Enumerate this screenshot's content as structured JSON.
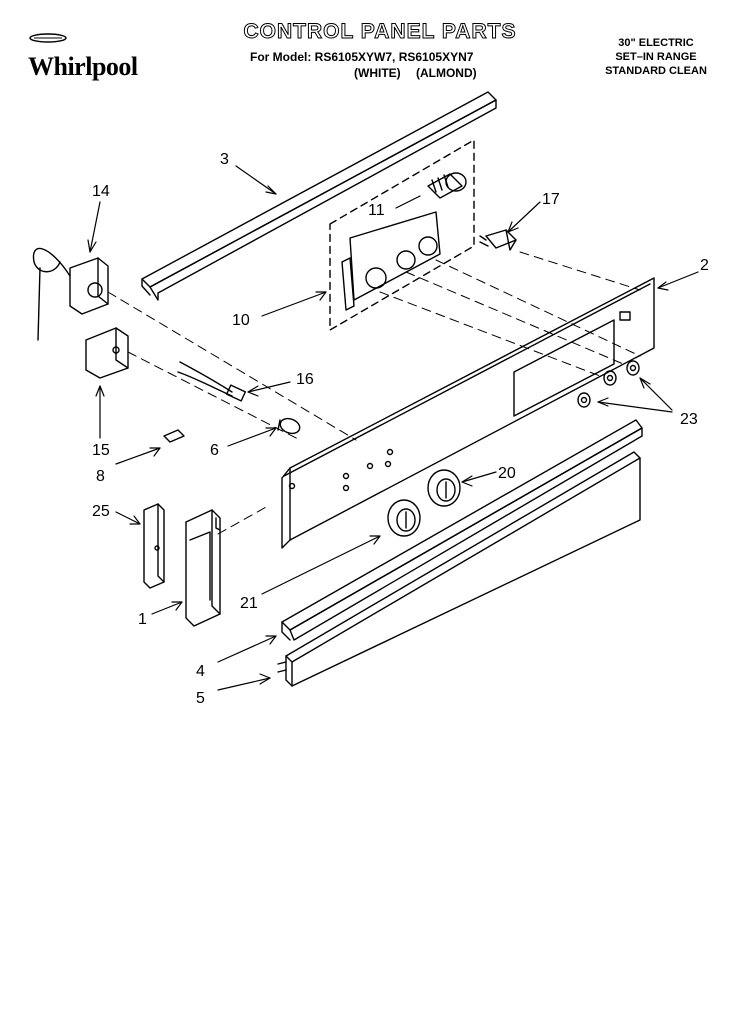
{
  "header": {
    "logo_text": "Whirlpool",
    "logo_badge": "icon-seal",
    "title": "CONTROL PANEL PARTS",
    "model_line": "For Model: RS6105XYW7, RS6105XYN7",
    "color_line": "(WHITE) (ALMOND)",
    "spec": [
      "30\" ELECTRIC",
      "SET–IN RANGE",
      "STANDARD CLEAN"
    ]
  },
  "callouts": [
    {
      "id": "p3",
      "text": "3"
    },
    {
      "id": "p14",
      "text": "14"
    },
    {
      "id": "p11",
      "text": "11"
    },
    {
      "id": "p17",
      "text": "17"
    },
    {
      "id": "p2",
      "text": "2"
    },
    {
      "id": "p10",
      "text": "10"
    },
    {
      "id": "p16",
      "text": "16"
    },
    {
      "id": "p15",
      "text": "15"
    },
    {
      "id": "p6",
      "text": "6"
    },
    {
      "id": "p8",
      "text": "8"
    },
    {
      "id": "p23",
      "text": "23"
    },
    {
      "id": "p20",
      "text": "20"
    },
    {
      "id": "p25",
      "text": "25"
    },
    {
      "id": "p1",
      "text": "1"
    },
    {
      "id": "p21",
      "text": "21"
    },
    {
      "id": "p4",
      "text": "4"
    },
    {
      "id": "p5",
      "text": "5"
    }
  ]
}
